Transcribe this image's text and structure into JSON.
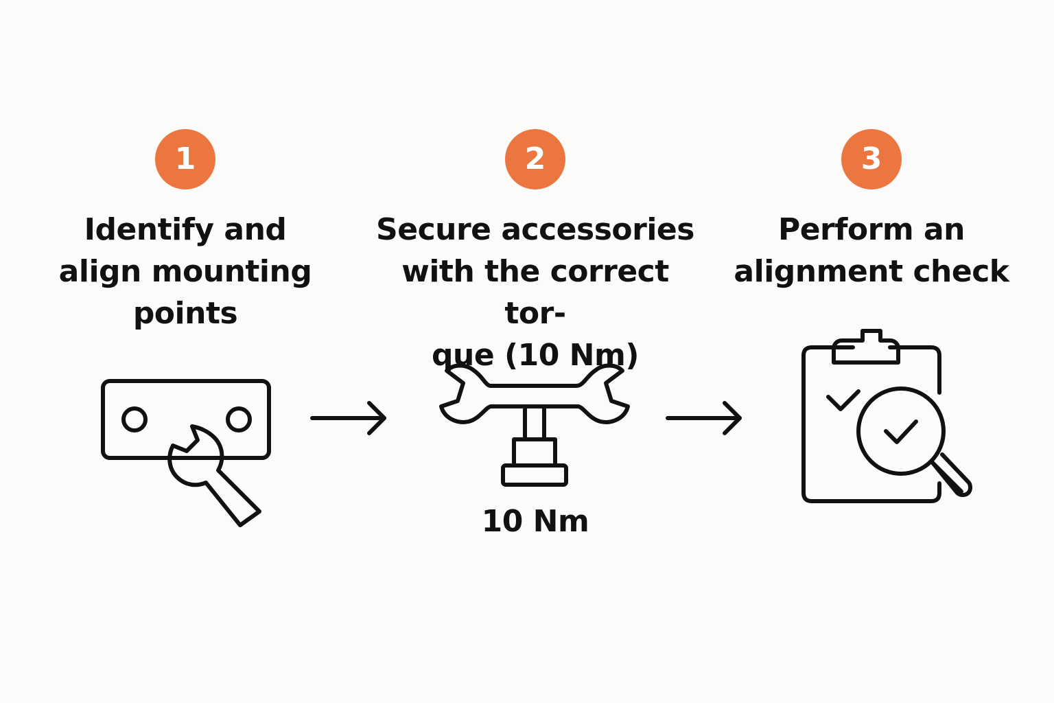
{
  "colors": {
    "background": "#fcfbf9",
    "accent": "#ec763f",
    "ink": "#111111"
  },
  "steps": [
    {
      "number": "1",
      "title": "Identify and\nalign mounting\npoints",
      "icon": "mounting-plate-wrench-icon"
    },
    {
      "number": "2",
      "title": "Secure accessories\nwith the correct tor-\nque (10 Nm)",
      "icon": "torque-wrench-icon",
      "icon_label": "10 Nm"
    },
    {
      "number": "3",
      "title": "Perform an\nalignment check",
      "icon": "clipboard-magnifier-check-icon"
    }
  ],
  "connectors": [
    {
      "from": "1",
      "to": "2",
      "icon": "arrow-right-icon"
    },
    {
      "from": "2",
      "to": "3",
      "icon": "arrow-right-icon"
    }
  ]
}
